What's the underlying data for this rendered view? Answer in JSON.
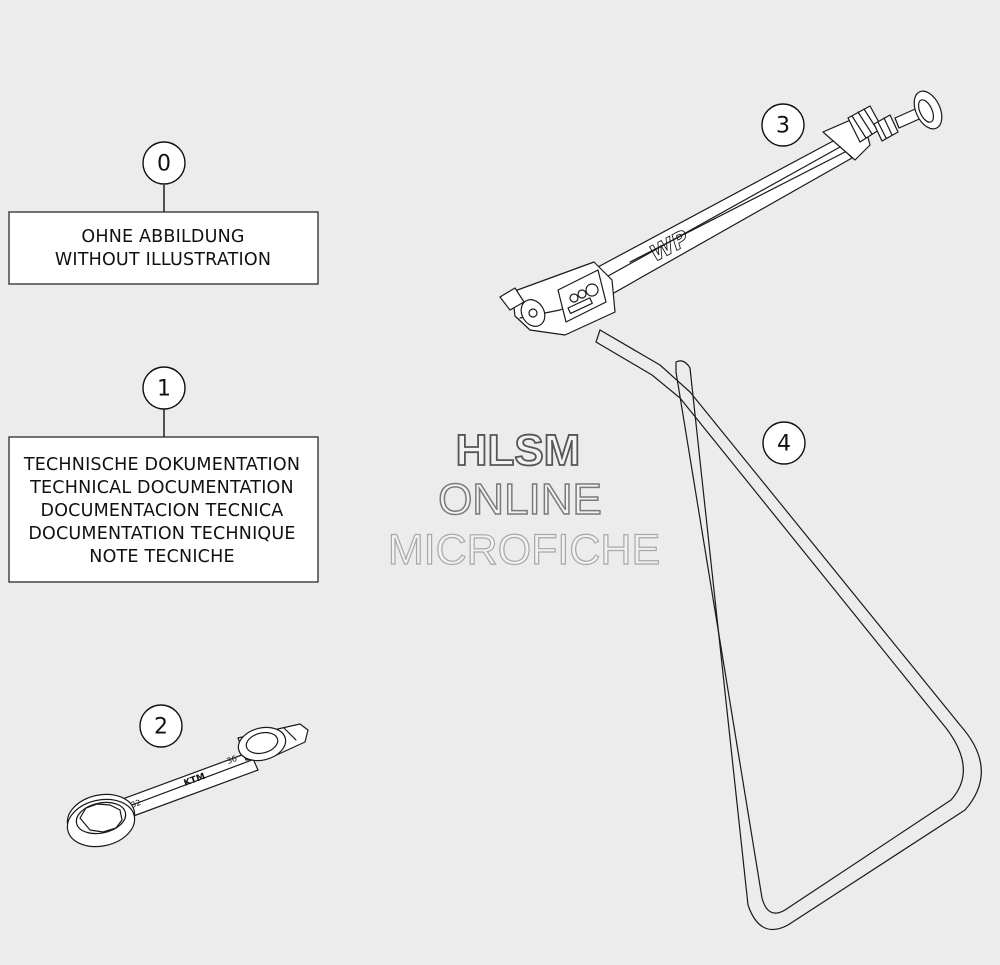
{
  "callouts": {
    "c0": "0",
    "c1": "1",
    "c2": "2",
    "c3": "3",
    "c4": "4"
  },
  "label_boxes": {
    "box0": {
      "line1": "OHNE ABBILDUNG",
      "line2": "WITHOUT ILLUSTRATION"
    },
    "box1": {
      "line1": "TECHNISCHE DOKUMENTATION",
      "line2": "TECHNICAL DOCUMENTATION",
      "line3": "DOCUMENTACION TECNICA",
      "line4": "DOCUMENTATION TECHNIQUE",
      "line5": "NOTE TECNICHE"
    }
  },
  "watermark": {
    "line1": "HLSM",
    "line2": "ONLINE",
    "line3": "MICROFICHE"
  },
  "part_markings": {
    "wrench_logo": "KTM",
    "wrench_size_a": "32",
    "wrench_size_b": "36",
    "pump_logo": "WP"
  },
  "colors": {
    "background": "#ececec",
    "line": "#1a1a1a",
    "box_fill": "#ffffff"
  }
}
